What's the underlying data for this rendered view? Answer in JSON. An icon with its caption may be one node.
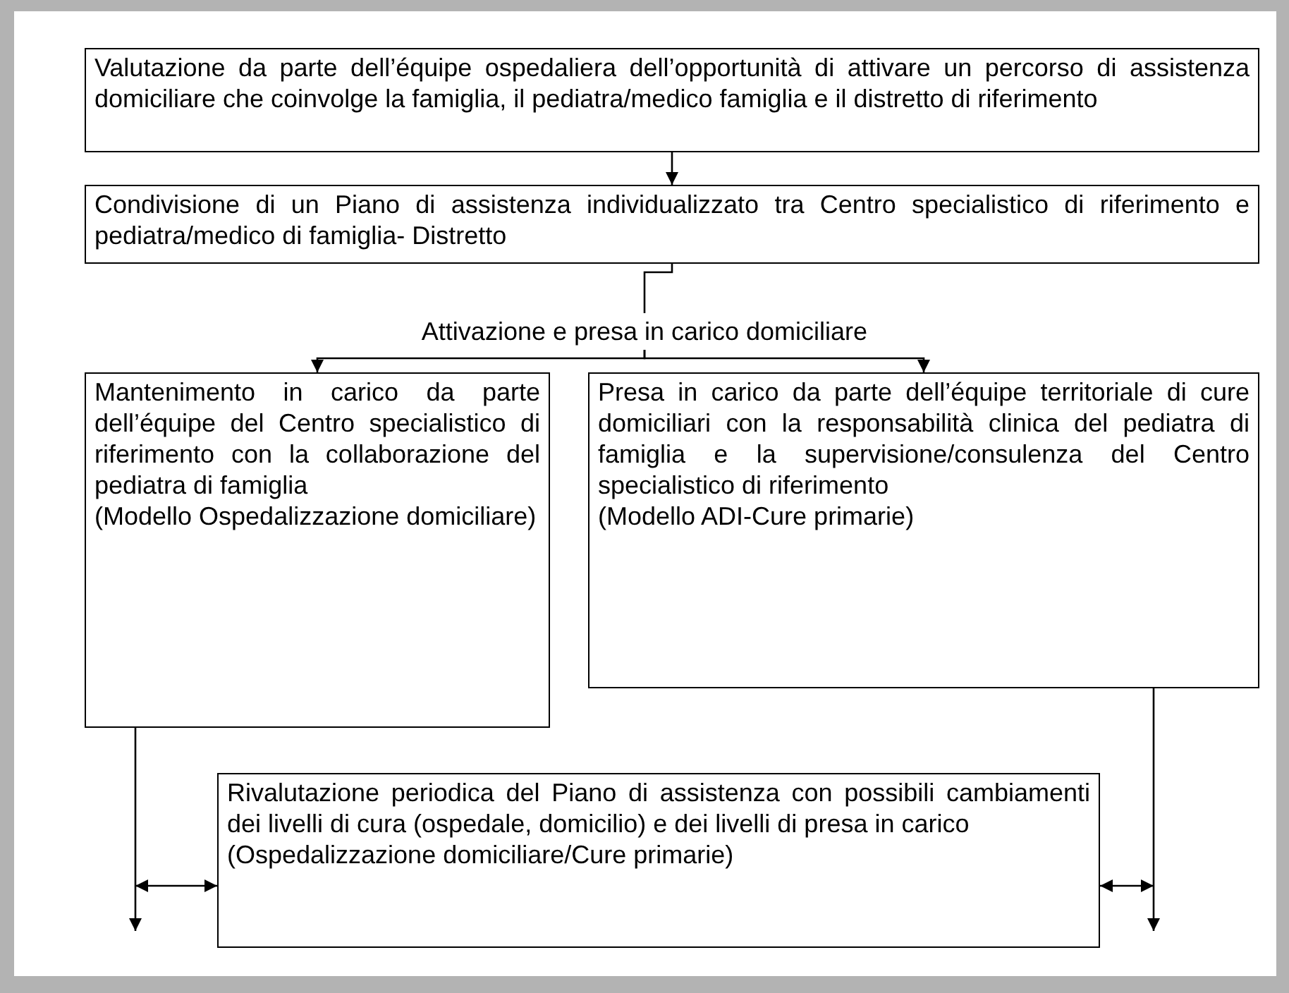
{
  "diagram": {
    "nodes": [
      {
        "text": [
          "Valutazione da parte dell’équipe ospedaliera dell’opportunità di attivare un percorso di assistenza domiciliare che coinvolge la famiglia, il pediatra/medico famiglia e il distretto di riferimento"
        ]
      },
      {
        "text": [
          "Condivisione di un Piano di assistenza individualizzato tra Centro specialistico di riferimento e pediatra/medico di famiglia- Distretto"
        ]
      },
      {
        "text": [
          "Attivazione e presa in carico domiciliare"
        ]
      },
      {
        "text": [
          "Mantenimento in carico da parte dell’équipe del Centro specialistico di riferimento con la collaborazione del pediatra di famiglia",
          "(Modello Ospedalizzazione domiciliare)"
        ]
      },
      {
        "text": [
          "Presa in carico da parte dell’équipe territoriale di cure domiciliari con la responsabilità clinica del pediatra di famiglia e la supervisione/consulenza del Centro specialistico di riferimento",
          "(Modello ADI-Cure primarie)"
        ]
      },
      {
        "text": [
          "Rivalutazione periodica del Piano di assistenza con possibili cambiamenti dei livelli di cura (ospedale, domicilio) e dei livelli di presa in carico",
          "(Ospedalizzazione domiciliare/Cure primarie)"
        ]
      }
    ],
    "edges": [
      {
        "from": 0,
        "to": 1,
        "arrow": "to"
      },
      {
        "from": 1,
        "to": 2,
        "arrow": "none"
      },
      {
        "from": 2,
        "to": 3,
        "arrow": "to"
      },
      {
        "from": 2,
        "to": 4,
        "arrow": "to"
      },
      {
        "from": 3,
        "to": null,
        "arrow": "to"
      },
      {
        "from": null,
        "to": 5,
        "arrow": "both"
      },
      {
        "from": 4,
        "to": null,
        "arrow": "to"
      },
      {
        "from": 5,
        "to": null,
        "arrow": "both"
      }
    ]
  }
}
